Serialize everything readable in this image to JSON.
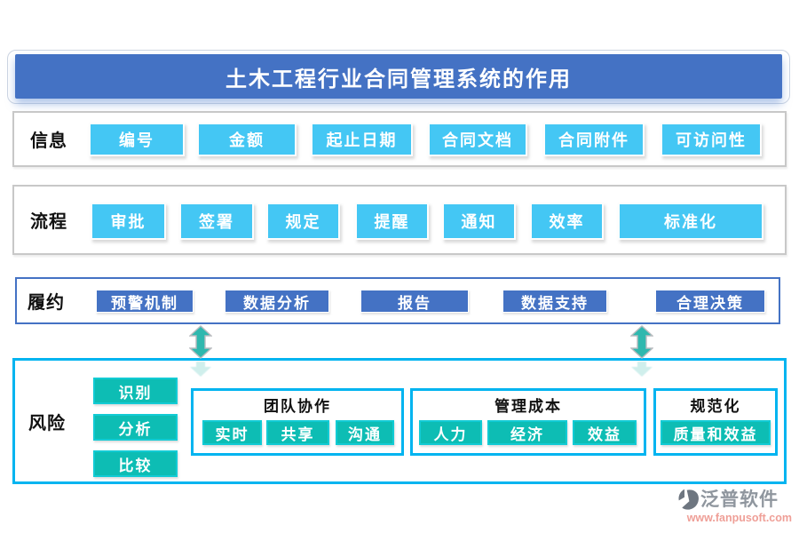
{
  "title": "土木工程行业合同管理系统的作用",
  "rows": [
    {
      "label": "信息",
      "items": [
        "编号",
        "金额",
        "起止日期",
        "合同文档",
        "合同附件",
        "可访问性"
      ]
    },
    {
      "label": "流程",
      "items": [
        "审批",
        "签署",
        "规定",
        "提醒",
        "通知",
        "效率",
        "标准化"
      ]
    },
    {
      "label": "履约",
      "items": [
        "预警机制",
        "数据分析",
        "报告",
        "数据支持",
        "合理决策"
      ]
    }
  ],
  "risk": {
    "label": "风险",
    "steps": [
      "识别",
      "分析",
      "比较"
    ],
    "groups": [
      {
        "title": "团队协作",
        "items": [
          "实时",
          "共享",
          "沟通"
        ]
      },
      {
        "title": "管理成本",
        "items": [
          "人力",
          "经济",
          "效益"
        ]
      },
      {
        "title": "规范化",
        "items": [
          "质量和效益"
        ]
      }
    ]
  },
  "watermark": {
    "brand": "泛普软件",
    "url": "www.fanpusoft.com"
  },
  "colors": {
    "title_bg": "#4472C4",
    "sky_button": "#44C7F4",
    "blue_button": "#4472C4",
    "teal_button": "#0DBDB4",
    "cyan_border": "#00B4F0",
    "gray_border": "#C8C8C8",
    "arrow": "#2FB8AE",
    "watermark_brand": "#8F969E",
    "watermark_url": "#EF9F97"
  }
}
